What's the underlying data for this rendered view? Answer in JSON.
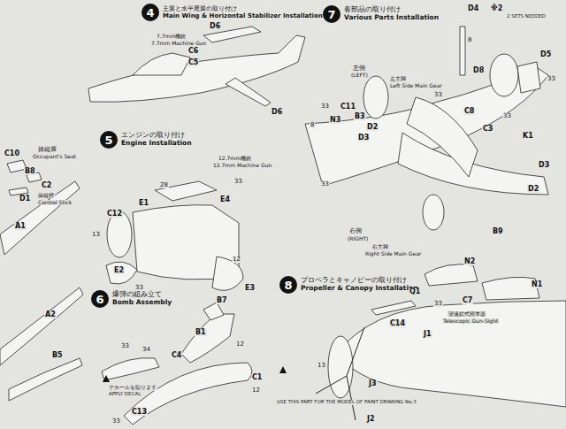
{
  "diagram": {
    "nodes": [
      {
        "text": [
          "4",
          "主翼と水平尾翼の取り付け",
          "Main Wing & Horizontal Stabilizer Installation"
        ]
      },
      {
        "text": [
          "5",
          "エンジンの取り付け",
          "Engine Installation"
        ]
      },
      {
        "text": [
          "6",
          "爆弾の組み立て",
          "Bomb Assembly"
        ]
      },
      {
        "text": [
          "7",
          "各部品の取り付け",
          "Various Parts Installation"
        ]
      },
      {
        "text": [
          "8",
          "プロペラとキャノピーの取り付け",
          "Propeller & Canopy Installation"
        ]
      }
    ],
    "labels": [
      "C10",
      "操縦席",
      "Occupant's Seat",
      "B8",
      "C2",
      "D1",
      "操縦桿",
      "Control Stick",
      "A1",
      "A2",
      "B5",
      "7.7mm機銃",
      "7.7mm Machine Gun",
      "C6",
      "C5",
      "D6",
      "D6",
      "12.7mm機銃",
      "12.7mm Machine Gun",
      "33",
      "28",
      "E1",
      "E4",
      "C12",
      "13",
      "E2",
      "33",
      "E3",
      "12",
      "B7",
      "B1",
      "12",
      "C4",
      "C1",
      "12",
      "C13",
      "33",
      "34",
      "33",
      "デカールを貼ります",
      "APPLY DECAL",
      "D4",
      "※2",
      "2 SETS NEEDED",
      "D5",
      "D8",
      "33",
      "8",
      "左側",
      "(LEFT)",
      "左主脚",
      "Left Side Main Gear",
      "33",
      "C8",
      "C3",
      "K1",
      "33",
      "C11",
      "B3",
      "N3",
      "D2",
      "D3",
      "33",
      "8",
      "33",
      "D3",
      "D2",
      "B9",
      "右側",
      "(RIGHT)",
      "右主脚",
      "Right Side Main Gear",
      "N2",
      "N1",
      "Q1",
      "C7",
      "C14",
      "J1",
      "望遠鏡式照準器",
      "Telescopic Gun-Sight",
      "33",
      "13",
      "J3",
      "J2",
      "USE THIS PART FOR THE MODEL OF PAINT DRAWING No.3"
    ]
  }
}
